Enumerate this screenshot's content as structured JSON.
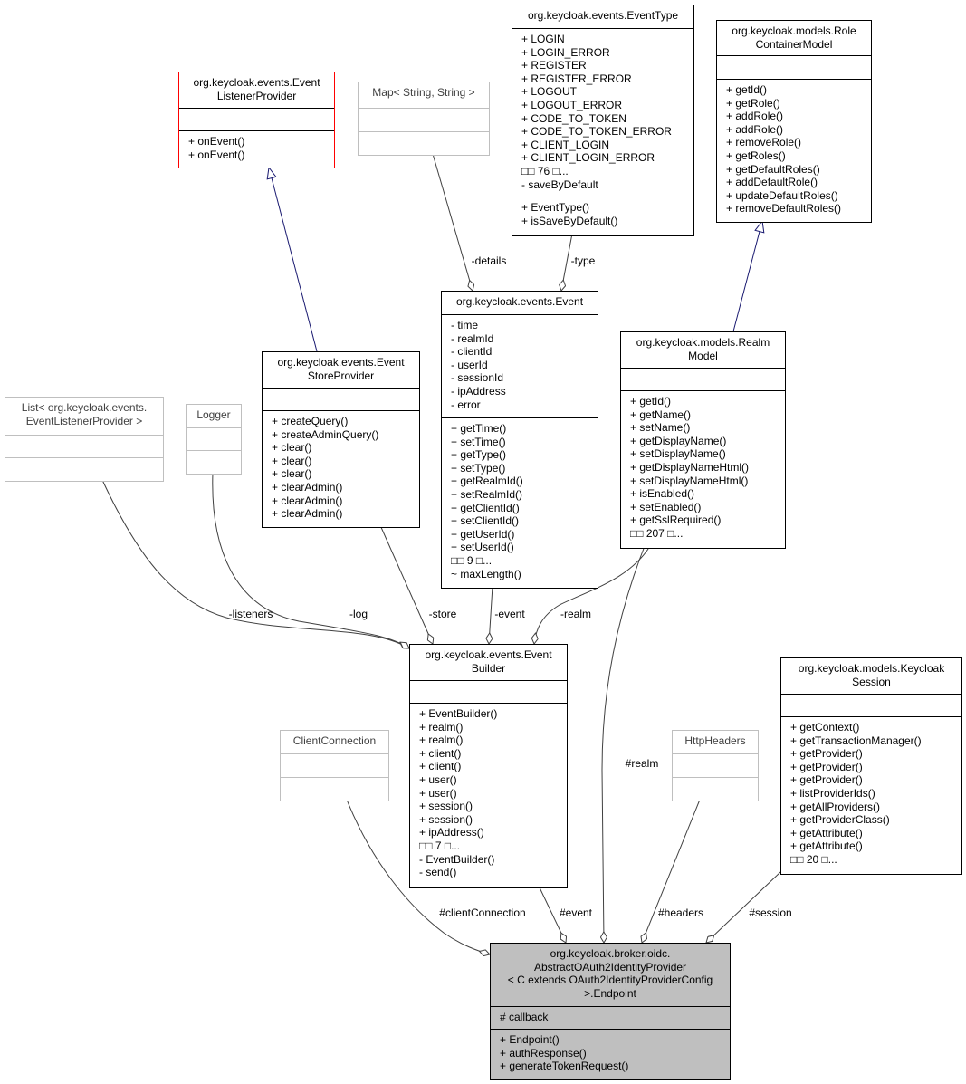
{
  "colors": {
    "association": "#404040",
    "inheritance": "#191970",
    "focus_fill": "#bfbfbf",
    "external_border": "#bfbfbf",
    "interface_border": "#ff0000"
  },
  "classes": [
    {
      "id": "event-listener-provider",
      "title_lines": [
        "org.keycloak.events.Event",
        "ListenerProvider"
      ],
      "attributes": [],
      "methods": [
        "+ onEvent()",
        "+ onEvent()"
      ]
    },
    {
      "id": "map-string-string",
      "title_lines": [
        "Map< String, String >"
      ],
      "attributes": [],
      "methods": []
    },
    {
      "id": "event-type",
      "title_lines": [
        "org.keycloak.events.EventType"
      ],
      "attributes": [
        "+ LOGIN",
        "+ LOGIN_ERROR",
        "+ REGISTER",
        "+ REGISTER_ERROR",
        "+ LOGOUT",
        "+ LOGOUT_ERROR",
        "+ CODE_TO_TOKEN",
        "+ CODE_TO_TOKEN_ERROR",
        "+ CLIENT_LOGIN",
        "+ CLIENT_LOGIN_ERROR",
        "□□ 76 □...",
        "- saveByDefault"
      ],
      "methods": [
        "+ EventType()",
        "+ isSaveByDefault()"
      ]
    },
    {
      "id": "role-container-model",
      "title_lines": [
        "org.keycloak.models.Role",
        "ContainerModel"
      ],
      "attributes": [],
      "methods": [
        "+ getId()",
        "+ getRole()",
        "+ addRole()",
        "+ addRole()",
        "+ removeRole()",
        "+ getRoles()",
        "+ getDefaultRoles()",
        "+ addDefaultRole()",
        "+ updateDefaultRoles()",
        "+ removeDefaultRoles()"
      ]
    },
    {
      "id": "event-store-provider",
      "title_lines": [
        "org.keycloak.events.Event",
        "StoreProvider"
      ],
      "attributes": [],
      "methods": [
        "+ createQuery()",
        "+ createAdminQuery()",
        "+ clear()",
        "+ clear()",
        "+ clear()",
        "+ clearAdmin()",
        "+ clearAdmin()",
        "+ clearAdmin()"
      ]
    },
    {
      "id": "event",
      "title_lines": [
        "org.keycloak.events.Event"
      ],
      "attributes": [
        "- time",
        "- realmId",
        "- clientId",
        "- userId",
        "- sessionId",
        "- ipAddress",
        "- error"
      ],
      "methods": [
        "+ getTime()",
        "+ setTime()",
        "+ getType()",
        "+ setType()",
        "+ getRealmId()",
        "+ setRealmId()",
        "+ getClientId()",
        "+ setClientId()",
        "+ getUserId()",
        "+ setUserId()",
        "□□ 9 □...",
        "~ maxLength()"
      ]
    },
    {
      "id": "realm-model",
      "title_lines": [
        "org.keycloak.models.Realm",
        "Model"
      ],
      "attributes": [],
      "methods": [
        "+ getId()",
        "+ getName()",
        "+ setName()",
        "+ getDisplayName()",
        "+ setDisplayName()",
        "+ getDisplayNameHtml()",
        "+ setDisplayNameHtml()",
        "+ isEnabled()",
        "+ setEnabled()",
        "+ getSslRequired()",
        "□□ 207 □..."
      ]
    },
    {
      "id": "list-event-listener-provider",
      "title_lines": [
        "List< org.keycloak.events.",
        "EventListenerProvider >"
      ],
      "attributes": [],
      "methods": []
    },
    {
      "id": "logger",
      "title_lines": [
        "Logger"
      ],
      "attributes": [],
      "methods": []
    },
    {
      "id": "event-builder",
      "title_lines": [
        "org.keycloak.events.Event",
        "Builder"
      ],
      "attributes": [],
      "methods": [
        "+ EventBuilder()",
        "+ realm()",
        "+ realm()",
        "+ client()",
        "+ client()",
        "+ user()",
        "+ user()",
        "+ session()",
        "+ session()",
        "+ ipAddress()",
        "□□ 7 □...",
        "- EventBuilder()",
        "- send()"
      ]
    },
    {
      "id": "keycloak-session",
      "title_lines": [
        "org.keycloak.models.Keycloak",
        "Session"
      ],
      "attributes": [],
      "methods": [
        "+ getContext()",
        "+ getTransactionManager()",
        "+ getProvider()",
        "+ getProvider()",
        "+ getProvider()",
        "+ listProviderIds()",
        "+ getAllProviders()",
        "+ getProviderClass()",
        "+ getAttribute()",
        "+ getAttribute()",
        "□□ 20 □..."
      ]
    },
    {
      "id": "client-connection",
      "title_lines": [
        "ClientConnection"
      ],
      "attributes": [],
      "methods": []
    },
    {
      "id": "http-headers",
      "title_lines": [
        "HttpHeaders"
      ],
      "attributes": [],
      "methods": []
    },
    {
      "id": "endpoint",
      "title_lines": [
        "org.keycloak.broker.oidc.",
        "AbstractOAuth2IdentityProvider",
        "< C extends OAuth2IdentityProviderConfig",
        ">.Endpoint"
      ],
      "attributes": [
        "# callback"
      ],
      "methods": [
        "+ Endpoint()",
        "+ authResponse()",
        "+ generateTokenRequest()"
      ]
    }
  ],
  "edges": [
    {
      "id": "store-provider-inherits-listener-provider",
      "kind": "inheritance",
      "label": ""
    },
    {
      "id": "realm-inherits-role-container",
      "kind": "inheritance",
      "label": ""
    },
    {
      "id": "details",
      "kind": "association",
      "label": "-details"
    },
    {
      "id": "type",
      "kind": "association",
      "label": "-type"
    },
    {
      "id": "listeners",
      "kind": "association",
      "label": "-listeners"
    },
    {
      "id": "log",
      "kind": "association",
      "label": "-log"
    },
    {
      "id": "store",
      "kind": "association",
      "label": "-store"
    },
    {
      "id": "event",
      "kind": "association",
      "label": "-event"
    },
    {
      "id": "realm-builder",
      "kind": "association",
      "label": "-realm"
    },
    {
      "id": "client-connection",
      "kind": "association",
      "label": "#clientConnection"
    },
    {
      "id": "event-endpoint",
      "kind": "association",
      "label": "#event"
    },
    {
      "id": "realm-endpoint",
      "kind": "association",
      "label": "#realm"
    },
    {
      "id": "headers",
      "kind": "association",
      "label": "#headers"
    },
    {
      "id": "session",
      "kind": "association",
      "label": "#session"
    }
  ]
}
